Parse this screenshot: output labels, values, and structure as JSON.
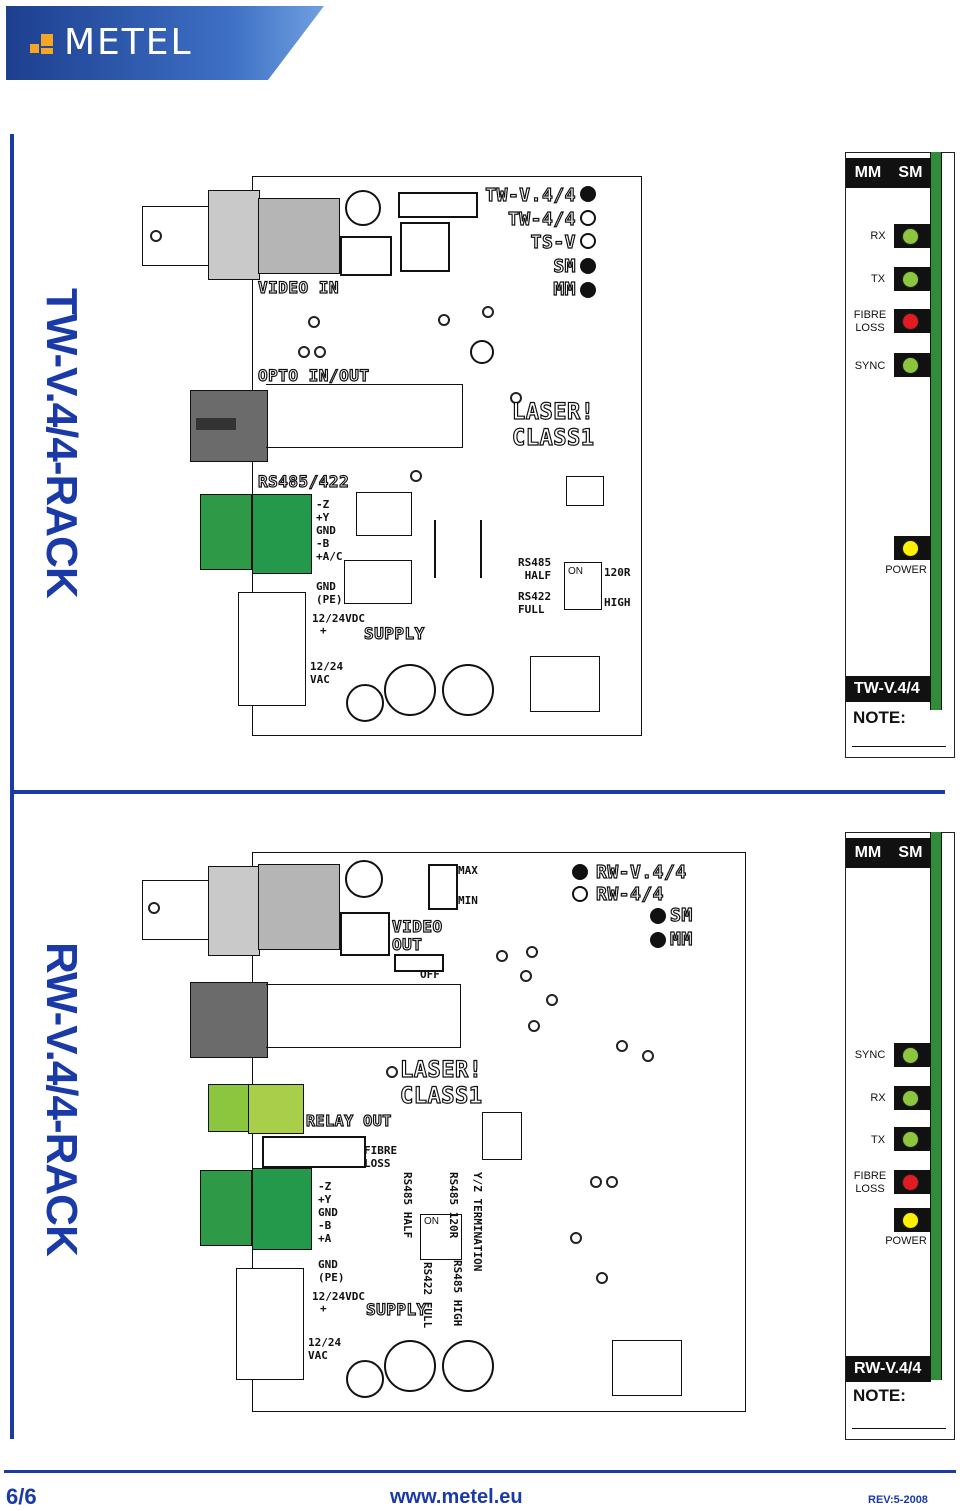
{
  "header": {
    "logo_text": "METEL"
  },
  "top": {
    "title": "TW-V.4/4-RACK",
    "board": {
      "labels": {
        "video_in": "VIDEO IN",
        "opto": "OPTO IN/OUT",
        "rs485": "RS485/422",
        "pins": [
          "-Z",
          "+Y",
          "GND",
          "-B",
          "+A/C"
        ],
        "gnd_pe": [
          "GND",
          "(PE)"
        ],
        "vdc": "12/24VDC",
        "plus": "+",
        "vac": [
          "12/24",
          "VAC"
        ],
        "supply": "SUPPLY",
        "variants": [
          "TW-V.4/4",
          "TW-4/4",
          "TS-V",
          "SM",
          "MM"
        ],
        "laser": [
          "LASER!",
          "CLASS1"
        ],
        "rs485_half": [
          "RS485",
          "HALF"
        ],
        "rs422_full": [
          "RS422",
          "FULL"
        ],
        "on": "ON",
        "r120": "120R",
        "high": "HIGH"
      }
    },
    "panel": {
      "head": [
        "MM",
        "SM"
      ],
      "leds": [
        {
          "label": "RX",
          "color": "#8cc63e"
        },
        {
          "label": "TX",
          "color": "#8cc63e"
        },
        {
          "label": "FIBRE LOSS",
          "color": "#e21b23"
        },
        {
          "label": "SYNC",
          "color": "#8cc63e"
        },
        {
          "label": "POWER",
          "color": "#fff200"
        }
      ],
      "model": "TW-V.4/4",
      "note": "NOTE:"
    }
  },
  "bottom": {
    "title": "RW-V.4/4-RACK",
    "board": {
      "labels": {
        "max": "MAX",
        "min": "MIN",
        "video_out": [
          "VIDEO",
          "OUT"
        ],
        "off": "OFF",
        "variants": [
          "RW-V.4/4",
          "RW-4/4",
          "SM",
          "MM"
        ],
        "laser": [
          "LASER!",
          "CLASS1"
        ],
        "relay_out": "RELAY OUT",
        "fibre_loss": [
          "FIBRE",
          "LOSS"
        ],
        "pins": [
          "-Z",
          "+Y",
          "GND",
          "-B",
          "+A"
        ],
        "gnd_pe": [
          "GND",
          "(PE)"
        ],
        "vdc": "12/24VDC",
        "plus": "+",
        "vac": [
          "12/24",
          "VAC"
        ],
        "supply": "SUPPLY",
        "rs485_half": [
          "RS485",
          "HALF"
        ],
        "rs422_full": [
          "RS422",
          "FULL"
        ],
        "yz_term": "Y/Z TERMINATION",
        "rs485_120r": [
          "RS485",
          "120R"
        ],
        "rs485_high": [
          "RS485",
          "HIGH"
        ],
        "on": "ON"
      }
    },
    "panel": {
      "head": [
        "MM",
        "SM"
      ],
      "leds": [
        {
          "label": "SYNC",
          "color": "#8cc63e"
        },
        {
          "label": "RX",
          "color": "#8cc63e"
        },
        {
          "label": "TX",
          "color": "#8cc63e"
        },
        {
          "label": "FIBRE LOSS",
          "color": "#e21b23"
        },
        {
          "label": "POWER",
          "color": "#fff200"
        }
      ],
      "model": "RW-V.4/4",
      "note": "NOTE:"
    }
  },
  "footer": {
    "page": "6/6",
    "url": "www.metel.eu",
    "rev": "REV:5-2008"
  }
}
